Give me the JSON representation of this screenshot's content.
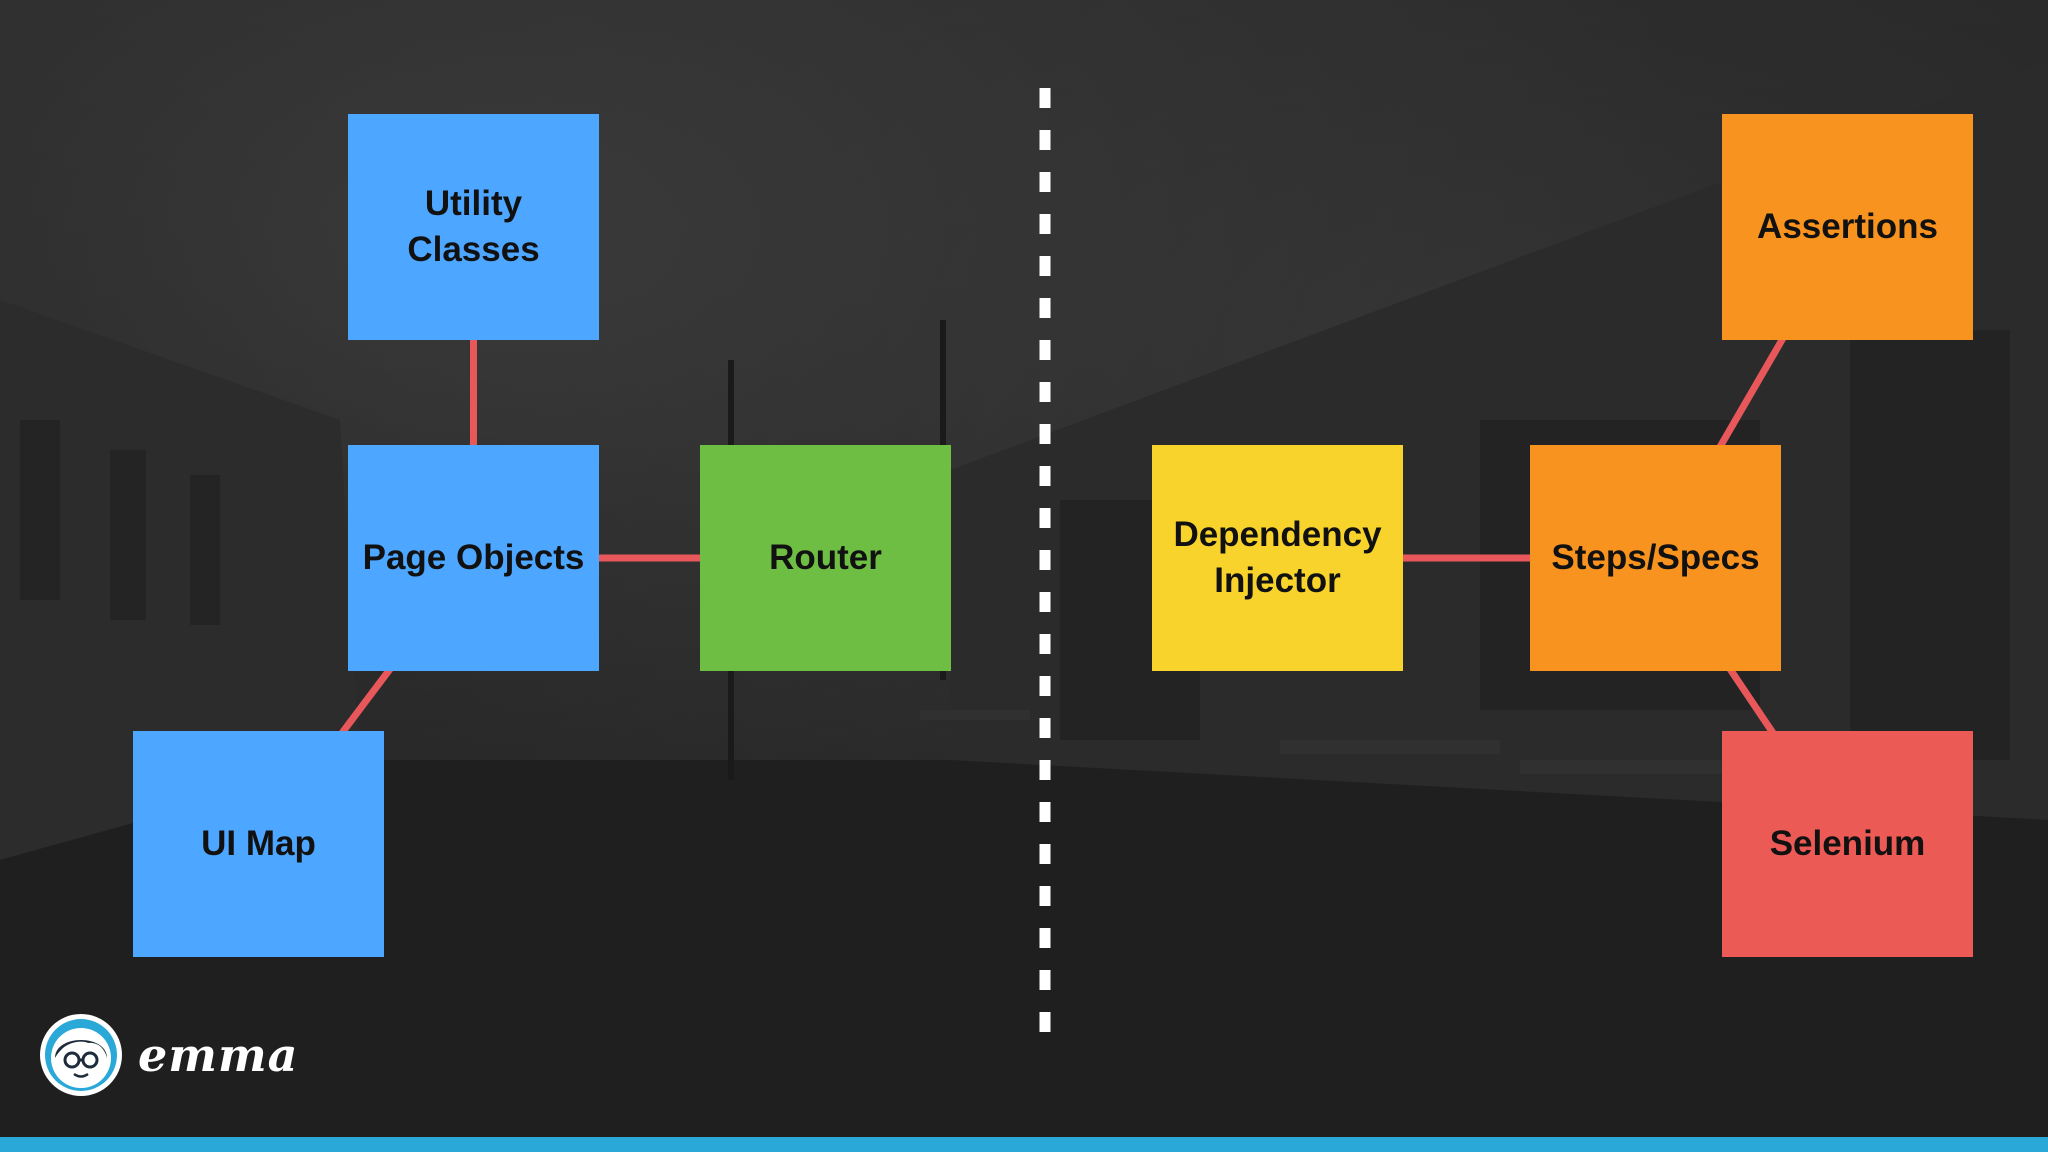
{
  "diagram": {
    "nodes": [
      {
        "id": "utility-classes",
        "label_lines": [
          "Utility",
          "Classes"
        ],
        "color": "#4da6ff"
      },
      {
        "id": "page-objects",
        "label_lines": [
          "Page Objects"
        ],
        "color": "#4da6ff"
      },
      {
        "id": "router",
        "label_lines": [
          "Router"
        ],
        "color": "#6fbe44"
      },
      {
        "id": "ui-map",
        "label_lines": [
          "UI Map"
        ],
        "color": "#4da6ff"
      },
      {
        "id": "dependency-injector",
        "label_lines": [
          "Dependency",
          "Injector"
        ],
        "color": "#f7d32c"
      },
      {
        "id": "steps-specs",
        "label_lines": [
          "Steps/Specs"
        ],
        "color": "#f7931e"
      },
      {
        "id": "assertions",
        "label_lines": [
          "Assertions"
        ],
        "color": "#f7931e"
      },
      {
        "id": "selenium",
        "label_lines": [
          "Selenium"
        ],
        "color": "#eb5a55"
      }
    ],
    "edges": [
      {
        "from": "utility-classes",
        "to": "page-objects"
      },
      {
        "from": "page-objects",
        "to": "router"
      },
      {
        "from": "page-objects",
        "to": "ui-map"
      },
      {
        "from": "dependency-injector",
        "to": "steps-specs"
      },
      {
        "from": "steps-specs",
        "to": "assertions"
      },
      {
        "from": "steps-specs",
        "to": "selenium"
      }
    ],
    "edge_color": "#e8585a",
    "divider_color": "#ffffff"
  },
  "brand": {
    "name": "emma",
    "accent_color": "#2aa8d8",
    "logo_icon": "emma-avatar-icon"
  }
}
